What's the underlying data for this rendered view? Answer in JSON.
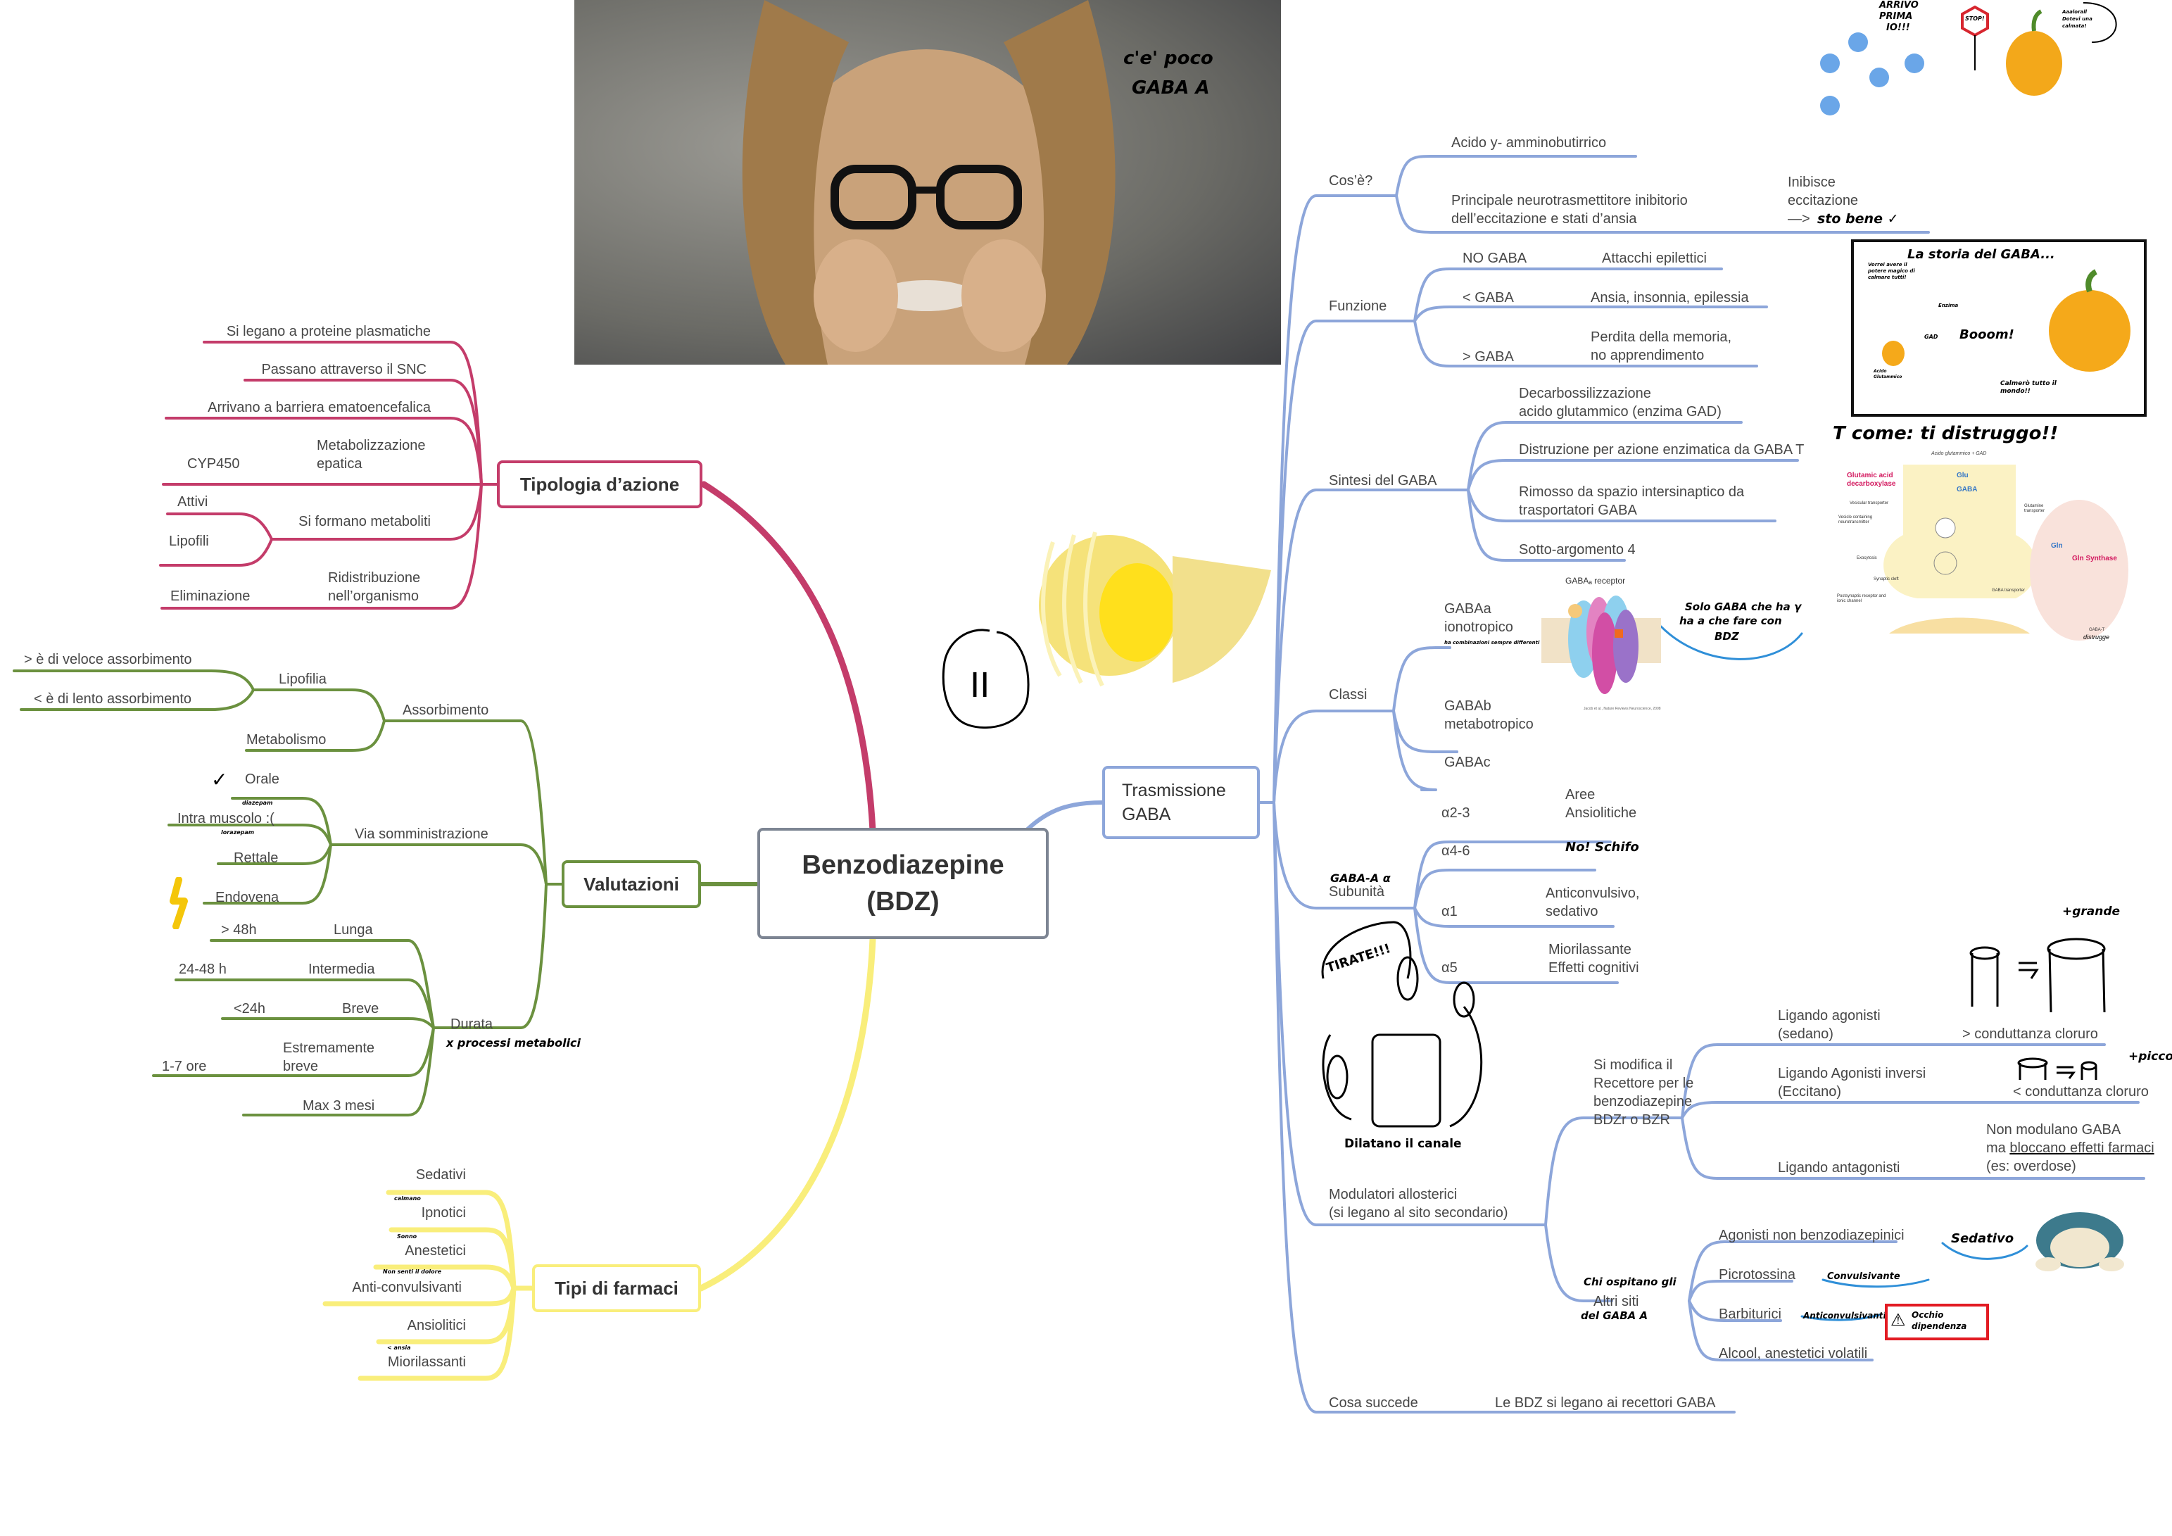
{
  "root": {
    "line1": "Benzodiazepine",
    "line2": "(BDZ)"
  },
  "colors": {
    "pink": "#c43c6a",
    "green": "#6b913f",
    "yellow": "#f9ee7b",
    "blue": "#8da6da",
    "gray": "#7d8593",
    "warning_red": "#e21b23",
    "note_underline": "#2f8fd8"
  },
  "tipologia": {
    "title": "Tipologia d’azione",
    "items": [
      "Si legano a proteine plasmatiche",
      "Passano attraverso il SNC",
      "Arrivano a barriera ematoencefalica",
      "Metabolizzazione",
      "epatica",
      "CYP450",
      "Si formano metaboliti",
      "Attivi",
      "Lipofili",
      "Ridistribuzione",
      "nell’organismo",
      "Eliminazione"
    ]
  },
  "valutazioni": {
    "title": "Valutazioni",
    "assorbimento": {
      "label": "Assorbimento",
      "lipofilia": "Lipofilia",
      "fast": "> è di veloce assorbimento",
      "slow": "< è di lento assorbimento",
      "metabolismo": "Metabolismo"
    },
    "via": {
      "label": "Via somministrazione",
      "orale": "Orale",
      "orale_note": "diazepam",
      "intra": "Intra muscolo :(",
      "intra_note": "lorazepam",
      "rettale": "Rettale",
      "endovena": "Endovena"
    },
    "durata": {
      "label": "Durata",
      "note": "x processi metabolici",
      "rows": [
        {
          "name": "Lunga",
          "time": "> 48h"
        },
        {
          "name": "Intermedia",
          "time": "24-48 h"
        },
        {
          "name": "Breve",
          "time": "<24h"
        },
        {
          "name": "Estremamente",
          "name2": "breve",
          "time": "1-7 ore"
        },
        {
          "name": "Max 3 mesi",
          "time": ""
        }
      ]
    }
  },
  "tipi": {
    "title": "Tipi di farmaci",
    "items": [
      {
        "label": "Sedativi",
        "note": "calmano"
      },
      {
        "label": "Ipnotici",
        "note": "Sonno"
      },
      {
        "label": "Anestetici",
        "note": "Non senti il dolore"
      },
      {
        "label": "Anti-convulsivanti",
        "note": ""
      },
      {
        "label": "Ansiolitici",
        "note": "< ansia"
      },
      {
        "label": "Miorilassanti",
        "note": ""
      }
    ]
  },
  "trasmissione": {
    "title1": "Trasmissione",
    "title2": "GABA",
    "cose": {
      "label": "Cos’è?",
      "a": "Acido y- amminobutirrico",
      "b1": "Principale neurotrasmettitore inibitorio",
      "b2": "dell’eccitazione e stati d’ansia",
      "c1": "Inibisce",
      "c2": "eccitazione",
      "c3": "—>",
      "c3_note": "sto bene ✓"
    },
    "funzione": {
      "label": "Funzione",
      "rows": [
        {
          "k": "NO GABA",
          "v": "Attacchi epilettici",
          "v2": ""
        },
        {
          "k": "< GABA",
          "v": "Ansia, insonnia, epilessia",
          "v2": ""
        },
        {
          "k": "> GABA",
          "v": "Perdita della memoria,",
          "v2": "no apprendimento"
        }
      ]
    },
    "sintesi": {
      "label": "Sintesi del GABA",
      "items": [
        "Decarbossilizzazione",
        "acido glutammico (enzima GAD)",
        "Distruzione per azione enzimatica da GABA T",
        "Rimosso da spazio intersinaptico da",
        "trasportatori GABA",
        "Sotto-argomento 4"
      ]
    },
    "classi": {
      "label": "Classi",
      "a1": "GABAa",
      "a2": "ionotropico",
      "a_note": "ha combinazioni sempre differenti",
      "b1": "GABAb",
      "b2": "metabotropico",
      "c": "GABAc",
      "receptor_title": "GABAₐ receptor",
      "receptor_credit": "Jacob et al., Nature Reviews Neuroscience, 2008",
      "side_note1": "Solo GABA che ha γ",
      "side_note2": "ha a che fare con",
      "side_note3": "BDZ"
    },
    "subunita": {
      "label": "Subunità",
      "label_note": "GABA-A α",
      "rows": [
        {
          "k": "α2-3",
          "v1": "Aree",
          "v2": "Ansiolitiche"
        },
        {
          "k": "α4-6",
          "v1": "No! Schifo",
          "v2": ""
        },
        {
          "k": "α1",
          "v1": "Anticonvulsivo,",
          "v2": "sedativo"
        },
        {
          "k": "α5",
          "v1": "Miorilassante",
          "v2": "Effetti cognitivi"
        }
      ],
      "drawing_shout": "TIRATE!!!",
      "drawing_caption": "Dilatano il canale"
    },
    "modulatori": {
      "label1": "Modulatori allosterici",
      "label2": "(si legano al sito secondario)",
      "recettore": [
        "Si modifica il",
        "Recettore per le",
        " benzodiazepine",
        "BDZr o BZR"
      ],
      "ligandi": [
        {
          "a": "Ligando agonisti",
          "b": "(sedano)",
          "c": "> conduttanza cloruro",
          "note": "+grande"
        },
        {
          "a": "Ligando Agonisti inversi",
          "b": "(Eccitano)",
          "c": "< conduttanza cloruro",
          "note": "+piccolo"
        },
        {
          "a": "Ligando antagonisti",
          "b": "",
          "c1": "Non modulano GABA",
          "c2": "ma ",
          "c2u": "bloccano effetti farmaci",
          "c3": "(es: overdose)"
        }
      ],
      "altri": {
        "label": "Altri siti",
        "note_top": "Chi ospitano gli",
        "note_bottom": "del GABA A",
        "items": [
          {
            "label": "Agonisti non benzodiazepinici",
            "note": "Sedativo"
          },
          {
            "label": "Picrotossina",
            "note": "Convulsivante"
          },
          {
            "label": "Barbiturici",
            "note": "Anticonvulsivanti"
          },
          {
            "label": "Alcool, anestetici volatili",
            "note": ""
          }
        ],
        "warning": "Occhio dipendenza"
      }
    },
    "cosa": {
      "label": "Cosa succede",
      "value": "Le BDZ si legano ai recettori GABA"
    }
  },
  "annotations": {
    "photo_caption1": "c'e' poco",
    "photo_caption2": "GABA A",
    "comic_shout1": "ARRIVO",
    "comic_shout2": "PRIMA",
    "comic_shout3": "IO!!!",
    "stop_sign": "STOP!",
    "comic_reply": "Aaalorall Dotevi una calmata!",
    "story_title": "La storia del GABA...",
    "story_thought": "Vorrei avere il potere magico di calmare tutti!",
    "story_enzyme": "Enzima",
    "story_can": "GAD",
    "story_boom": "Booom!",
    "story_small": "Acido Glutammico",
    "story_big": "Calmerò tutto il mondo!!",
    "t_title": "T come: ti distruggo!!",
    "synapse_top": "Acido glutammico + GAD",
    "synapse_enzyme": "Glutamic acid decarboxylase",
    "synapse_labels": [
      "Glu",
      "GABA",
      "Vesicular transporter",
      "Vesicle containing neurotransmitter",
      "Exocytosis",
      "Synaptic cleft",
      "Postsynaptic receptor and ionic channel",
      "GABA transporter",
      "Glutamine transporter",
      "Gln",
      "Gln Synthase",
      "GABA-T"
    ],
    "synapse_destroy": "distrugge",
    "butter_mark": "II"
  }
}
